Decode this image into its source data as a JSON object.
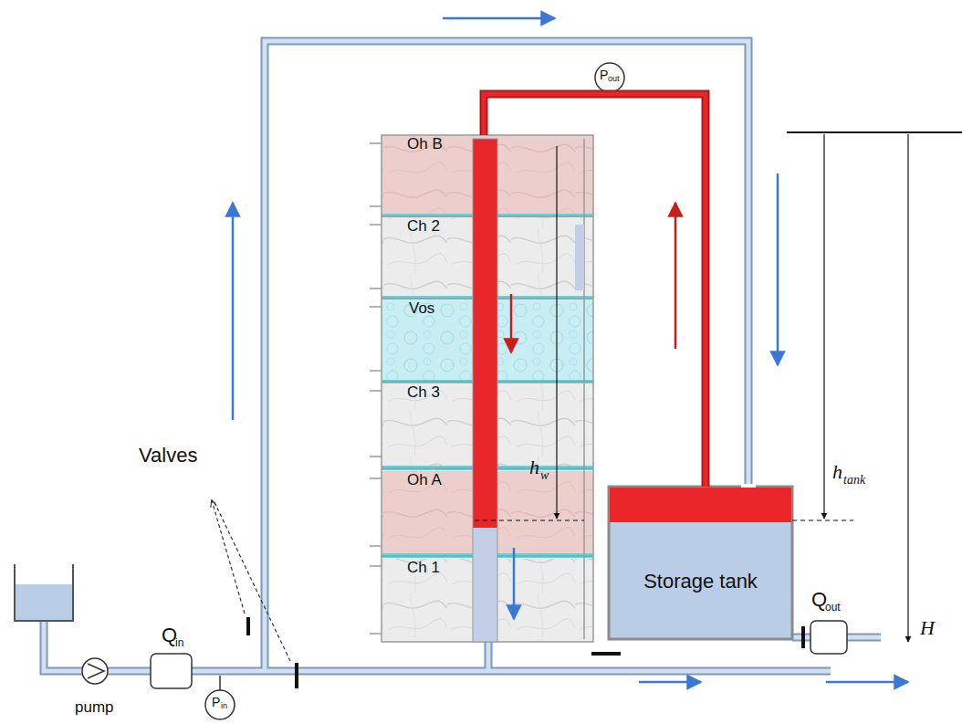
{
  "diagram": {
    "nodes": [
      {
        "text": [
          "Oh B"
        ]
      },
      {
        "text": [
          "Ch 2"
        ]
      },
      {
        "text": [
          "Vos"
        ]
      },
      {
        "text": [
          "Ch 3"
        ]
      },
      {
        "text": [
          "Oh A"
        ]
      },
      {
        "text": [
          "Ch 1"
        ]
      },
      {
        "text": [
          "Storage tank"
        ]
      }
    ],
    "edges": [
      {
        "from": 0,
        "to": 6,
        "arrow": "none"
      }
    ],
    "labels": [
      "Valves",
      "pump",
      "Q",
      "in",
      "P",
      "in",
      "P",
      "out",
      "Q",
      "out",
      "h",
      "w",
      "h",
      "tank",
      "H"
    ]
  }
}
